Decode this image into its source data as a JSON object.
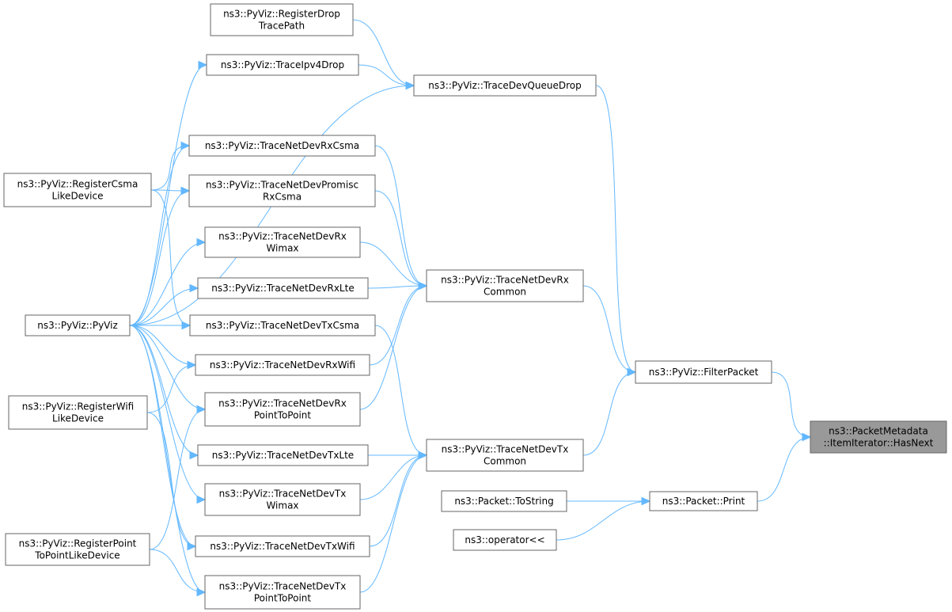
{
  "colors": {
    "edge": "#63b8ff",
    "node_border": "#666666",
    "root_fill": "#999999",
    "node_fill": "#ffffff"
  },
  "nodes": {
    "root": {
      "lines": [
        "ns3::PacketMetadata",
        "::ItemIterator::HasNext"
      ]
    },
    "filterPacket": {
      "lines": [
        "ns3::PyViz::FilterPacket"
      ]
    },
    "print": {
      "lines": [
        "ns3::Packet::Print"
      ]
    },
    "queueDrop": {
      "lines": [
        "ns3::PyViz::TraceDevQueueDrop"
      ]
    },
    "rxCommon": {
      "lines": [
        "ns3::PyViz::TraceNetDevRx",
        "Common"
      ]
    },
    "txCommon": {
      "lines": [
        "ns3::PyViz::TraceNetDevTx",
        "Common"
      ]
    },
    "toString": {
      "lines": [
        "ns3::Packet::ToString"
      ]
    },
    "operatorLL": {
      "lines": [
        "ns3::operator<<"
      ]
    },
    "registerDrop": {
      "lines": [
        "ns3::PyViz::RegisterDrop",
        "TracePath"
      ]
    },
    "ipv4Drop": {
      "lines": [
        "ns3::PyViz::TraceIpv4Drop"
      ]
    },
    "rxCsma": {
      "lines": [
        "ns3::PyViz::TraceNetDevRxCsma"
      ]
    },
    "promisc": {
      "lines": [
        "ns3::PyViz::TraceNetDevPromisc",
        "RxCsma"
      ]
    },
    "rxWimax": {
      "lines": [
        "ns3::PyViz::TraceNetDevRx",
        "Wimax"
      ]
    },
    "rxLte": {
      "lines": [
        "ns3::PyViz::TraceNetDevRxLte"
      ]
    },
    "txCsma": {
      "lines": [
        "ns3::PyViz::TraceNetDevTxCsma"
      ]
    },
    "rxWifi": {
      "lines": [
        "ns3::PyViz::TraceNetDevRxWifi"
      ]
    },
    "rxP2P": {
      "lines": [
        "ns3::PyViz::TraceNetDevRx",
        "PointToPoint"
      ]
    },
    "txLte": {
      "lines": [
        "ns3::PyViz::TraceNetDevTxLte"
      ]
    },
    "txWimax": {
      "lines": [
        "ns3::PyViz::TraceNetDevTx",
        "Wimax"
      ]
    },
    "txWifi": {
      "lines": [
        "ns3::PyViz::TraceNetDevTxWifi"
      ]
    },
    "txP2P": {
      "lines": [
        "ns3::PyViz::TraceNetDevTx",
        "PointToPoint"
      ]
    },
    "regCsma": {
      "lines": [
        "ns3::PyViz::RegisterCsma",
        "LikeDevice"
      ]
    },
    "pyviz": {
      "lines": [
        "ns3::PyViz::PyViz"
      ]
    },
    "regWifi": {
      "lines": [
        "ns3::PyViz::RegisterWifi",
        "LikeDevice"
      ]
    },
    "regP2P": {
      "lines": [
        "ns3::PyViz::RegisterPoint",
        "ToPointLikeDevice"
      ]
    }
  },
  "edges": [
    [
      "filterPacket",
      "root"
    ],
    [
      "print",
      "root"
    ],
    [
      "queueDrop",
      "filterPacket"
    ],
    [
      "rxCommon",
      "filterPacket"
    ],
    [
      "txCommon",
      "filterPacket"
    ],
    [
      "toString",
      "print"
    ],
    [
      "operatorLL",
      "print"
    ],
    [
      "registerDrop",
      "queueDrop"
    ],
    [
      "ipv4Drop",
      "queueDrop"
    ],
    [
      "pyviz",
      "queueDrop"
    ],
    [
      "rxCsma",
      "rxCommon"
    ],
    [
      "promisc",
      "rxCommon"
    ],
    [
      "rxWimax",
      "rxCommon"
    ],
    [
      "rxLte",
      "rxCommon"
    ],
    [
      "rxWifi",
      "rxCommon"
    ],
    [
      "rxP2P",
      "rxCommon"
    ],
    [
      "txCsma",
      "txCommon"
    ],
    [
      "txLte",
      "txCommon"
    ],
    [
      "txWimax",
      "txCommon"
    ],
    [
      "txWifi",
      "txCommon"
    ],
    [
      "txP2P",
      "txCommon"
    ],
    [
      "regCsma",
      "rxCsma"
    ],
    [
      "regCsma",
      "promisc"
    ],
    [
      "regCsma",
      "txCsma"
    ],
    [
      "pyviz",
      "ipv4Drop"
    ],
    [
      "pyviz",
      "rxCsma"
    ],
    [
      "pyviz",
      "promisc"
    ],
    [
      "pyviz",
      "rxWimax"
    ],
    [
      "pyviz",
      "rxLte"
    ],
    [
      "pyviz",
      "txCsma"
    ],
    [
      "pyviz",
      "rxWifi"
    ],
    [
      "pyviz",
      "rxP2P"
    ],
    [
      "pyviz",
      "txLte"
    ],
    [
      "pyviz",
      "txWimax"
    ],
    [
      "pyviz",
      "txWifi"
    ],
    [
      "pyviz",
      "txP2P"
    ],
    [
      "regWifi",
      "rxWifi"
    ],
    [
      "regWifi",
      "txWifi"
    ],
    [
      "regP2P",
      "rxP2P"
    ],
    [
      "regP2P",
      "txP2P"
    ]
  ]
}
